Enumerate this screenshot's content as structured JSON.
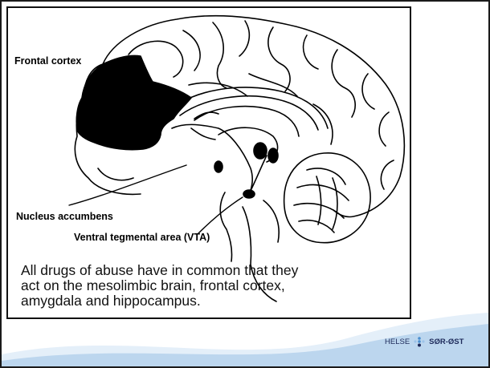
{
  "labels": {
    "frontal_cortex": "Frontal cortex",
    "nucleus_accumbens": "Nucleus accumbens",
    "vta": "Ventral tegmental area (VTA)"
  },
  "caption": [
    "All drugs of abuse have in common that they",
    "act on the mesolimbic brain, frontal cortex,",
    "amygdala and hippocampus."
  ],
  "logo": {
    "word1": "HELSE",
    "word2": "SØR-ØST"
  },
  "colors": {
    "wave": "#bcd6ee",
    "wave_light": "#e4eff9",
    "logo_text": "#1d2a5a",
    "logo_dot": "#4a8fcf"
  }
}
